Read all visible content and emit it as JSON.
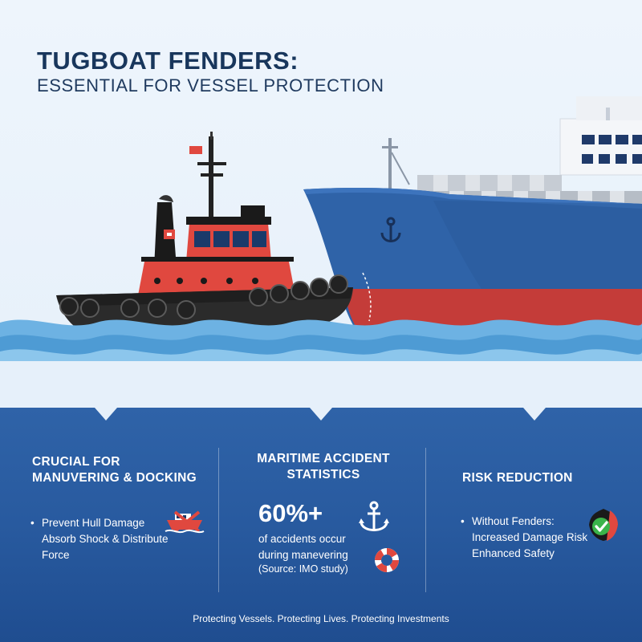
{
  "header": {
    "title": "TUGBOAT FENDERS:",
    "subtitle": "ESSENTIAL FOR VESSEL PROTECTION"
  },
  "colors": {
    "navy": "#18365c",
    "tug_red": "#e0483f",
    "ship_blue": "#2f63a8",
    "panel_blue": "#285a9f",
    "water": "#5aa5dc",
    "check_green": "#3bb44a"
  },
  "columns": [
    {
      "heading_line1": "CRUCIAL FOR",
      "heading_line2": "MANUVERING & DOCKING",
      "bullet1": "Prevent Hull Damage",
      "line2": "Absorb Shock & Distribute",
      "line3": "Force",
      "icon": "damaged-boat-icon"
    },
    {
      "heading_line1": "MARITIME ACCIDENT",
      "heading_line2": "STATISTICS",
      "stat": "60%+",
      "line1": "of accidents occur",
      "line2": "during manevering",
      "source": "(Source: IMO study)",
      "icon1": "anchor-icon",
      "icon2": "life-ring-icon"
    },
    {
      "heading": "RISK REDUCTION",
      "bullet1": "Without Fenders:",
      "line2": "Increased Damage Risk",
      "line3": "Enhanced Safety",
      "icon": "shield-check-icon"
    }
  ],
  "footer": "Protecting Vessels. Protecting Lives. Protecting Investments"
}
